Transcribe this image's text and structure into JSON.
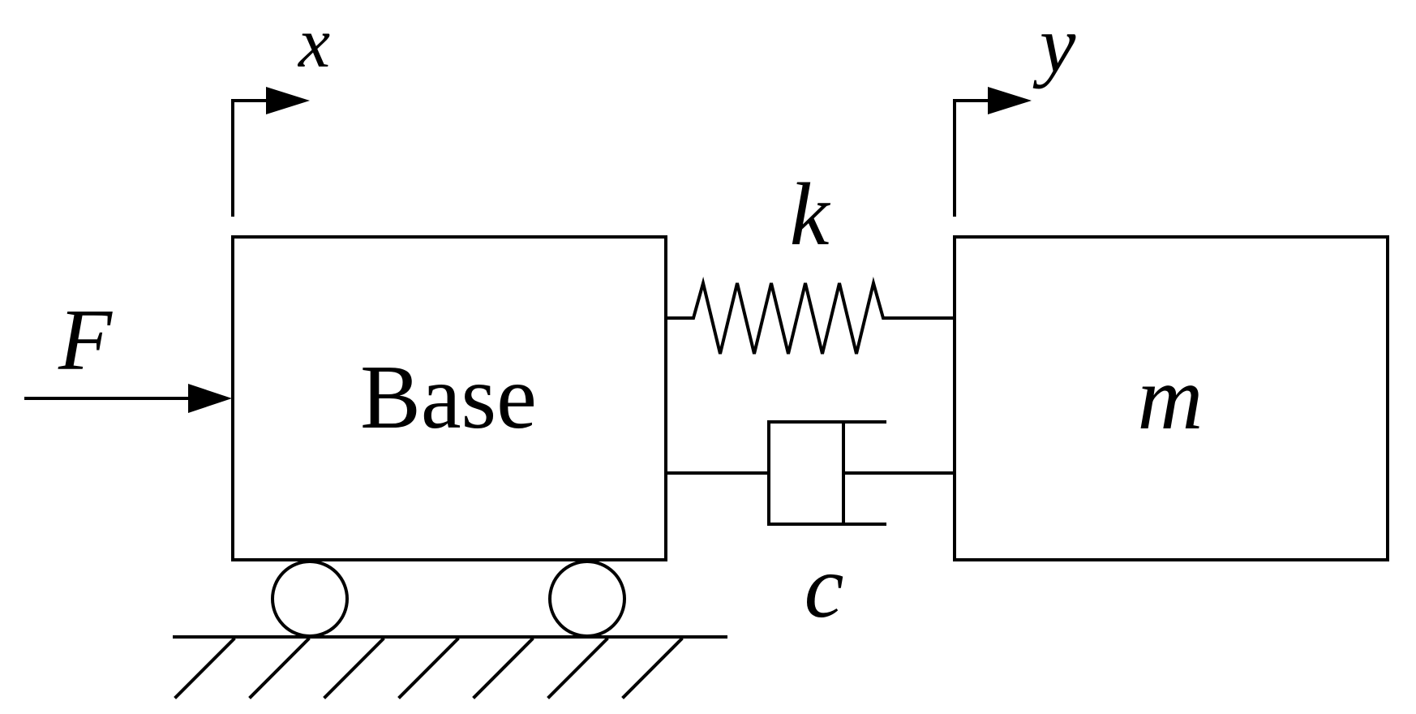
{
  "diagram": {
    "labels": {
      "base": "Base",
      "mass": "m",
      "force": "F",
      "spring": "k",
      "damper": "c",
      "base_displacement": "x",
      "mass_displacement": "y"
    },
    "colors": {
      "stroke": "#000000",
      "background": "#ffffff"
    }
  }
}
